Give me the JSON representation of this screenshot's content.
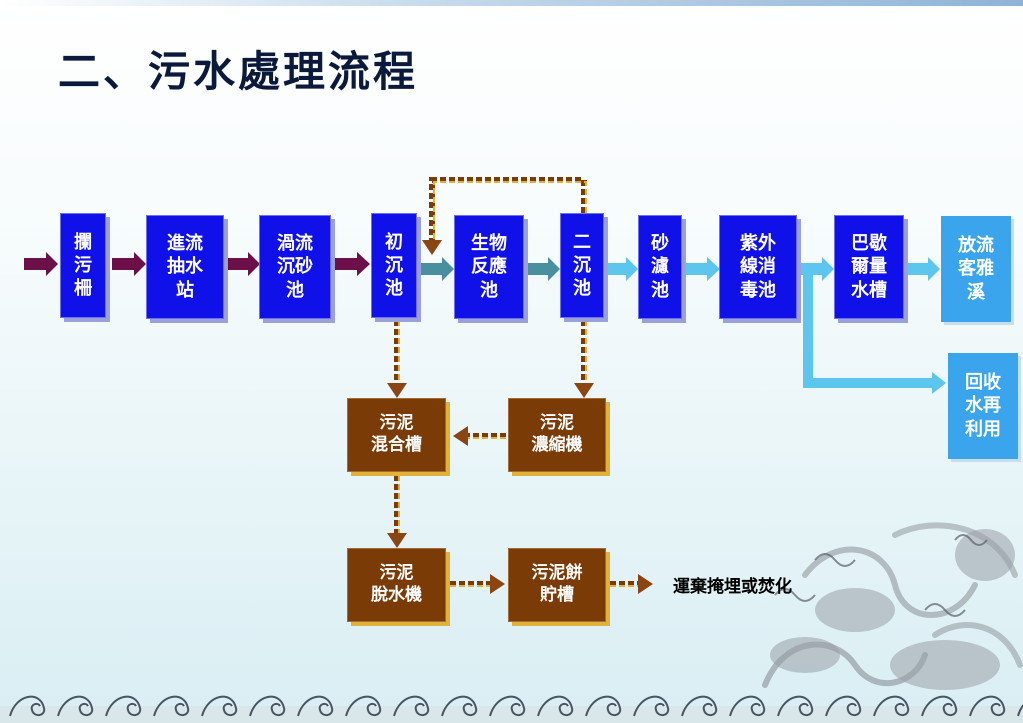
{
  "slide": {
    "title": "二、污水處理流程",
    "colors": {
      "main_box": "#1010e8",
      "output_box": "#3aa4ec",
      "sludge_box": "#7a3b06",
      "sludge_shadow": "#e1b23a",
      "inlet_arrow": "#6b1048",
      "mid_arrow": "#4a8fa0",
      "clean_arrow": "#5cc6ef",
      "sludge_arrow": "#8b4513"
    }
  },
  "process": {
    "screen": "攔\n污\n柵",
    "pump_station": "進流\n抽水\n站",
    "grit_chamber": "渦流\n沉砂\n池",
    "primary_clarifier": "初\n沉\n池",
    "bio_reactor": "生物\n反應\n池",
    "secondary_clarifier": "二\n沉\n池",
    "sand_filter": "砂\n濾\n池",
    "uv_disinfection": "紫外\n線消\n毒池",
    "parshall_flume": "巴歇\n爾量\n水槽",
    "discharge": "放流\n客雅\n溪",
    "reuse": "回收\n水再\n利用"
  },
  "sludge": {
    "mix_tank": "污泥\n混合槽",
    "thickener": "污泥\n濃縮機",
    "dewatering": "污泥\n脫水機",
    "cake_storage": "污泥餅\n貯槽",
    "disposal": "運棄掩埋或焚化"
  },
  "decor": {
    "icons": [
      "dragon-cloud-icon",
      "wave-pattern-icon"
    ]
  }
}
